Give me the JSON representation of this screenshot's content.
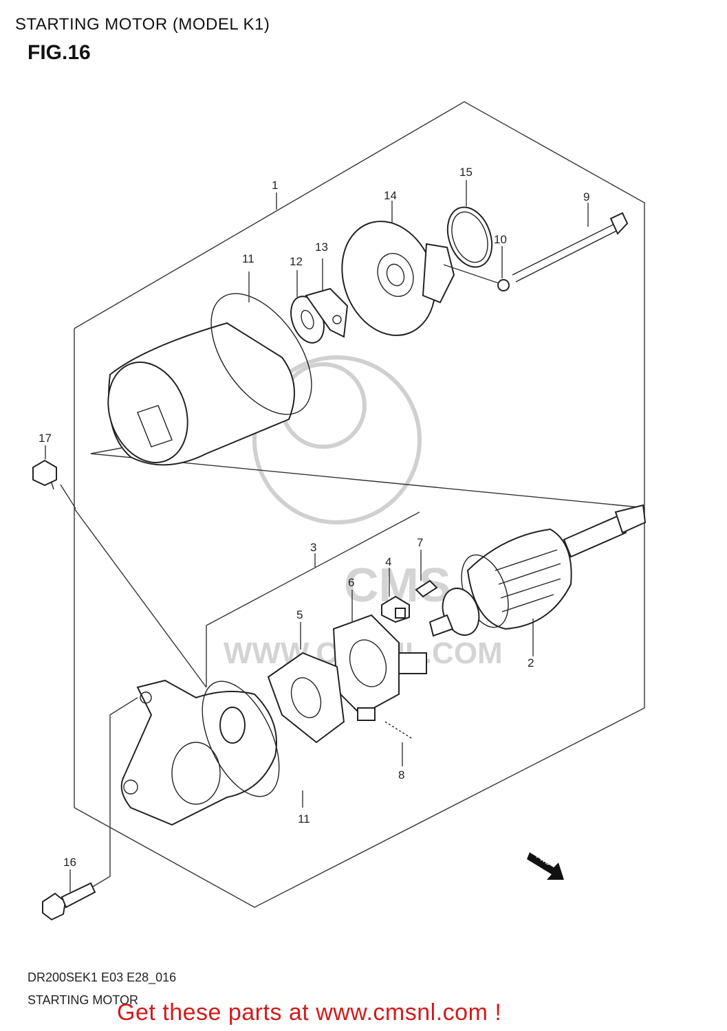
{
  "header": {
    "title": "STARTING MOTOR (MODEL K1)",
    "figure": "FIG.16"
  },
  "callouts": [
    {
      "id": "c1",
      "label": "1"
    },
    {
      "id": "c2",
      "label": "2"
    },
    {
      "id": "c3",
      "label": "3"
    },
    {
      "id": "c4",
      "label": "4"
    },
    {
      "id": "c5",
      "label": "5"
    },
    {
      "id": "c6",
      "label": "6"
    },
    {
      "id": "c7",
      "label": "7"
    },
    {
      "id": "c8",
      "label": "8"
    },
    {
      "id": "c9",
      "label": "9"
    },
    {
      "id": "c10",
      "label": "10"
    },
    {
      "id": "c11a",
      "label": "11"
    },
    {
      "id": "c11b",
      "label": "11"
    },
    {
      "id": "c12",
      "label": "12"
    },
    {
      "id": "c13",
      "label": "13"
    },
    {
      "id": "c14",
      "label": "14"
    },
    {
      "id": "c15",
      "label": "15"
    },
    {
      "id": "c16",
      "label": "16"
    },
    {
      "id": "c17",
      "label": "17"
    }
  ],
  "fwd_marker": "FWD",
  "watermark": {
    "brand": "CMS",
    "url": "WWW.CMSNL.COM"
  },
  "footer": {
    "code": "DR200SEK1 E03 E28_016",
    "name": "STARTING MOTOR",
    "cta": "Get these parts at www.cmsnl.com !"
  },
  "colors": {
    "cta": "#d31a1a",
    "lines": "#222222",
    "watermark": "#d0d0d0"
  }
}
